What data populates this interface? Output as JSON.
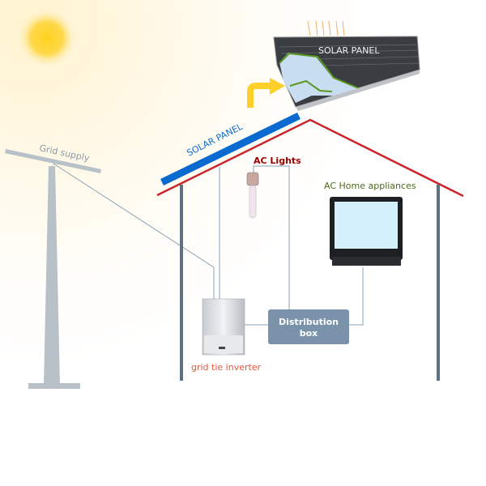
{
  "labels": {
    "grid_supply": "Grid supply",
    "solar_panel_roof": "SOLAR PANEL",
    "solar_panel_detail": "SOLAR PANEL",
    "ac_lights": "AC Lights",
    "ac_home_appliances": "AC Home appliances",
    "distribution_box_line1": "Distribution",
    "distribution_box_line2": "box",
    "grid_tie_inverter": "grid tie inverter"
  },
  "colors": {
    "roof": "#c8262a",
    "panel_blue": "#0a6ad0",
    "wire": "#8aa0b4",
    "wall": "#5d7283",
    "box": "#7a93ab",
    "arrow": "#ffd02a",
    "lights_label": "#990000",
    "appliances_label": "#4a6a1a",
    "inverter_label": "#e8563a"
  }
}
